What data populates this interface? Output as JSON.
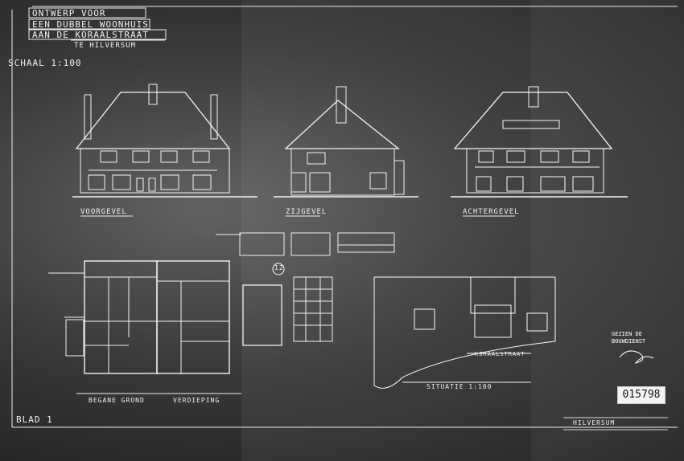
{
  "title_block": {
    "line1": "ONTWERP VOOR",
    "line2": "EEN DUBBEL WOONHUIS",
    "line3": "AAN DE KORAALSTRAAT",
    "line4": "TE HILVERSUM"
  },
  "scale_note": "SCHAAL 1:100",
  "elevations": {
    "front": "VOORGEVEL",
    "side": "ZIJGEVEL",
    "rear": "ACHTERGEVEL"
  },
  "plans": {
    "ground": "BEGANE GROND",
    "upper": "VERDIEPING"
  },
  "situation_label": "SITUATIE 1:100",
  "street_label": "KORAALSTRAAT",
  "sheet_label": "BLAD 1",
  "circle_number": "12",
  "stamp_text": "GEZIEN DE BOUWDIENST",
  "archive_number": "015798",
  "bottom_right_note": "HILVERSUM"
}
